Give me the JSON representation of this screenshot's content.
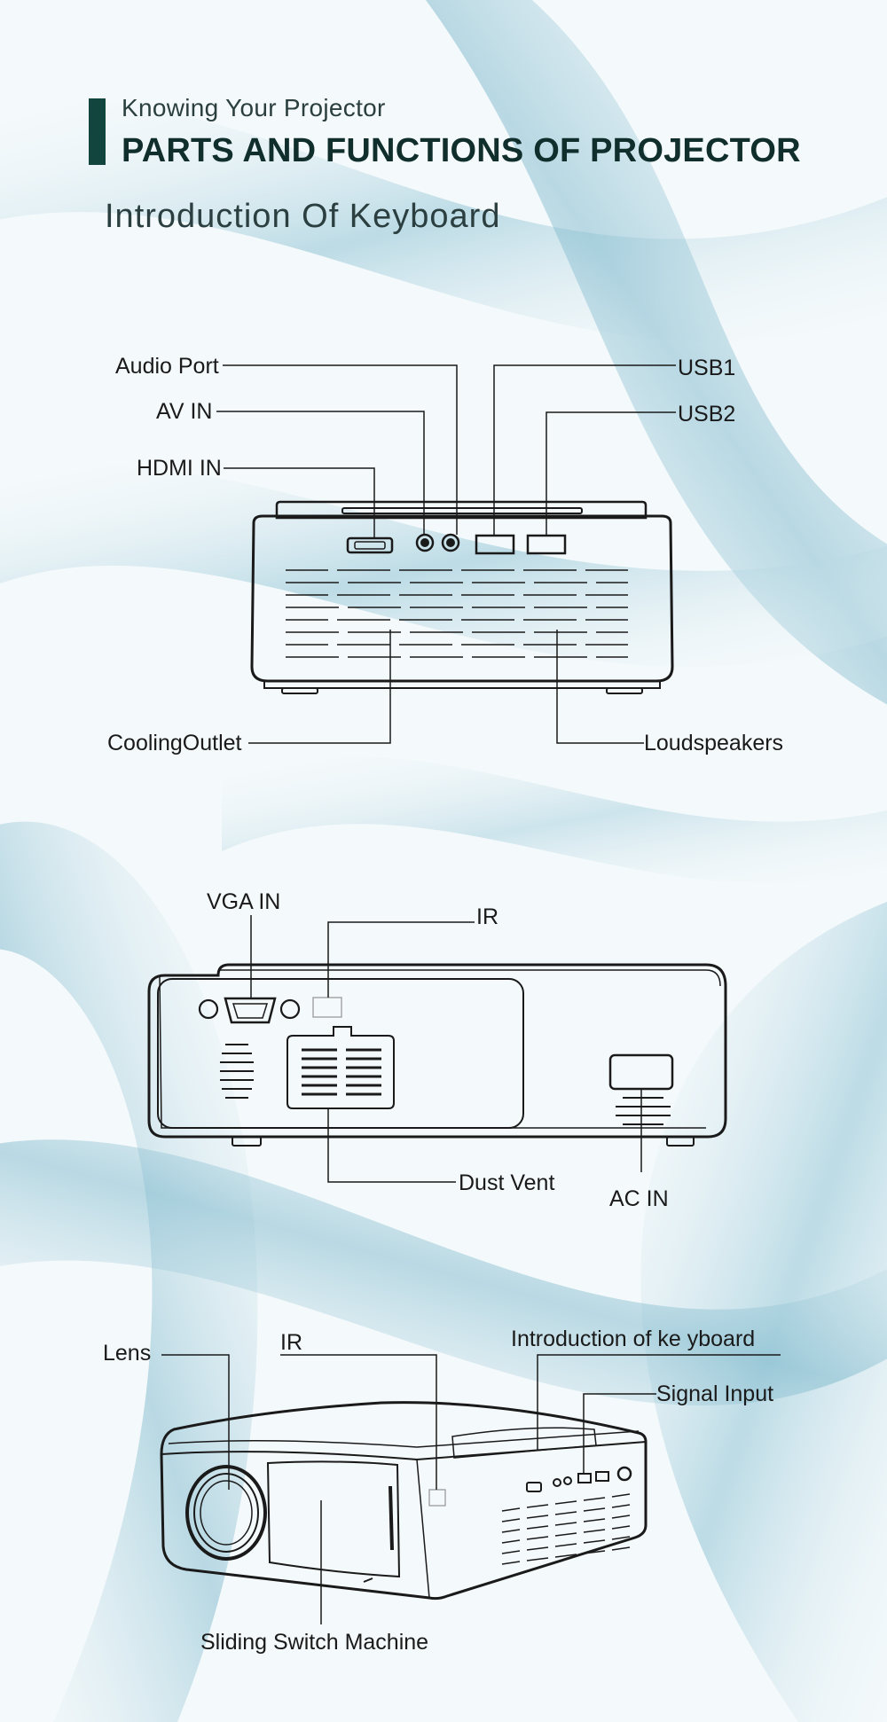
{
  "header": {
    "kicker": "Knowing Your Projector",
    "title": "PARTS AND FUNCTIONS OF PROJECTOR",
    "subtitle": "Introduction Of Keyboard"
  },
  "rear_view": {
    "audio_port": "Audio Port",
    "av_in": "AV IN",
    "hdmi_in": "HDMI IN",
    "usb1": "USB1",
    "usb2": "USB2",
    "cooling_outlet": "CoolingOutlet",
    "loudspeakers": "Loudspeakers"
  },
  "side_view": {
    "vga_in": "VGA  IN",
    "ir": "IR",
    "dust_vent": "Dust Vent",
    "ac_in": "AC  IN"
  },
  "front_view": {
    "lens": "Lens",
    "ir": "IR",
    "keyboard": "Introduction of ke yboard",
    "signal_input": "Signal Input",
    "sliding_switch": "Sliding Switch Machine"
  },
  "colors": {
    "accent": "#12453e",
    "title": "#102e2c",
    "line": "#1a1a1a",
    "background": "#f4f9fb"
  }
}
